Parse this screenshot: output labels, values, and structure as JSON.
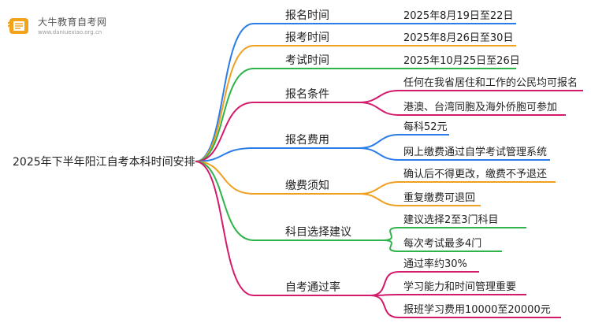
{
  "logo": {
    "title": "大牛教育自考网",
    "url": "www.daniuexiao.org.cn"
  },
  "root": {
    "label": "2025年下半年阳江自考本科时间安排"
  },
  "branches": [
    {
      "label": "报名时间",
      "color": "#2b7de9",
      "children": [
        "2025年8月19日至22日"
      ]
    },
    {
      "label": "报考时间",
      "color": "#f0a020",
      "children": [
        "2025年8月26日至30日"
      ]
    },
    {
      "label": "考试时间",
      "color": "#2fb34a",
      "children": [
        "2025年10月25日至26日"
      ]
    },
    {
      "label": "报名条件",
      "color": "#d61a6b",
      "children": [
        "任何在我省居住和工作的公民均可报名",
        "港澳、台湾同胞及海外侨胞可参加"
      ]
    },
    {
      "label": "报名费用",
      "color": "#2b7de9",
      "children": [
        "每科52元",
        "网上缴费通过自学考试管理系统"
      ]
    },
    {
      "label": "缴费须知",
      "color": "#f0a020",
      "children": [
        "确认后不得更改，缴费不予退还",
        "重复缴费可退回"
      ]
    },
    {
      "label": "科目选择建议",
      "color": "#2fb34a",
      "children": [
        "建议选择2至3门科目",
        "每次考试最多4门"
      ]
    },
    {
      "label": "自考通过率",
      "color": "#d61a6b",
      "children": [
        "通过率约30%",
        "学习能力和时间管理重要",
        "报班学习费用10000至20000元"
      ]
    }
  ]
}
